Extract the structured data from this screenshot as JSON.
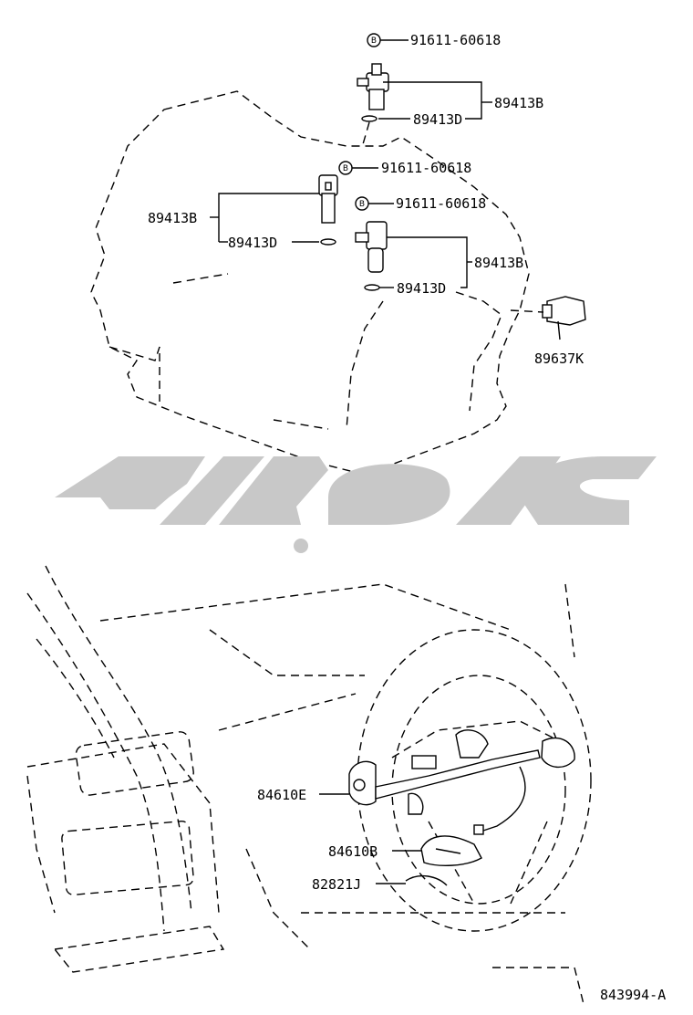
{
  "diagram_code": "843994-A",
  "watermark": {
    "text": "تویوتا",
    "color": "#c8c8c8"
  },
  "top_labels": [
    {
      "id": "bolt-1",
      "text": "91611-60618",
      "marker": "B"
    },
    {
      "id": "sensor-1",
      "text": "89413B"
    },
    {
      "id": "ring-1",
      "text": "89413D"
    },
    {
      "id": "bolt-2",
      "text": "91611-60618",
      "marker": "B"
    },
    {
      "id": "sensor-2",
      "text": "89413B"
    },
    {
      "id": "ring-2",
      "text": "89413D"
    },
    {
      "id": "bolt-3",
      "text": "91611-60618",
      "marker": "B"
    },
    {
      "id": "sensor-3",
      "text": "89413B"
    },
    {
      "id": "ring-3",
      "text": "89413D"
    },
    {
      "id": "plug",
      "text": "89637K"
    }
  ],
  "bottom_labels": [
    {
      "id": "switch-left",
      "text": "84610E"
    },
    {
      "id": "switch-bottom",
      "text": "84610B"
    },
    {
      "id": "cover",
      "text": "82821J"
    }
  ]
}
